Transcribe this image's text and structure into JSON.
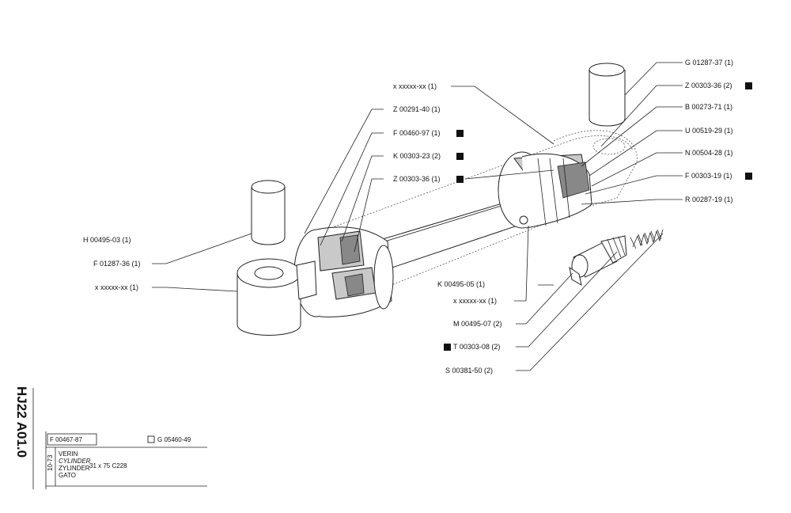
{
  "drawing_code": "HJ22 A01.0",
  "title_block": {
    "ref_left": "F 00467-87",
    "ref_right": "G 05460-49",
    "date": "10-73",
    "names": [
      "VERIN",
      "CYLINDER",
      "ZYLINDER",
      "GATO"
    ],
    "spec": "31 x 75  C228"
  },
  "callouts": [
    {
      "text": "G 01287-37  (1)",
      "marked": false
    },
    {
      "text": "Z 00303-36  (2)",
      "marked": true
    },
    {
      "text": "B 00273-71  (1)",
      "marked": false
    },
    {
      "text": "U 00519-29  (1)",
      "marked": false
    },
    {
      "text": "N 00504-28  (1)",
      "marked": false
    },
    {
      "text": "F 00303-19  (1)",
      "marked": true
    },
    {
      "text": "R 00287-19  (1)",
      "marked": false
    },
    {
      "text": "x xxxxx-xx  (1)",
      "marked": false
    },
    {
      "text": "Z 00291-40  (1)",
      "marked": false
    },
    {
      "text": "F 00460-97  (1)",
      "marked": true
    },
    {
      "text": "K 00303-23  (2)",
      "marked": true
    },
    {
      "text": "Z 00303-36  (1)",
      "marked": true
    },
    {
      "text": "H 00495-03  (1)",
      "marked": false
    },
    {
      "text": "F 01287-36  (1)",
      "marked": false
    },
    {
      "text": "x xxxxx-xx  (1)",
      "marked": false
    },
    {
      "text": "K 00495-05  (1)",
      "marked": false
    },
    {
      "text": "x xxxxx-xx  (1)",
      "marked": false
    },
    {
      "text": "M 00495-07  (2)",
      "marked": false
    },
    {
      "text": "T 00303-08  (2)",
      "marked": true
    },
    {
      "text": "S 00381-50  (2)",
      "marked": false
    }
  ]
}
